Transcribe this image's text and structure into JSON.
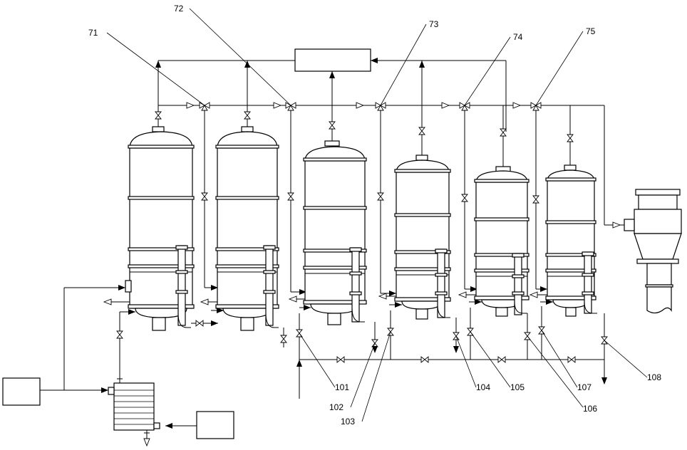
{
  "labels": {
    "l71": "71",
    "l72": "72",
    "l73": "73",
    "l74": "74",
    "l75": "75",
    "l101": "101",
    "l102": "102",
    "l103": "103",
    "l104": "104",
    "l105": "105",
    "l106": "106",
    "l107": "107",
    "l108": "108"
  }
}
